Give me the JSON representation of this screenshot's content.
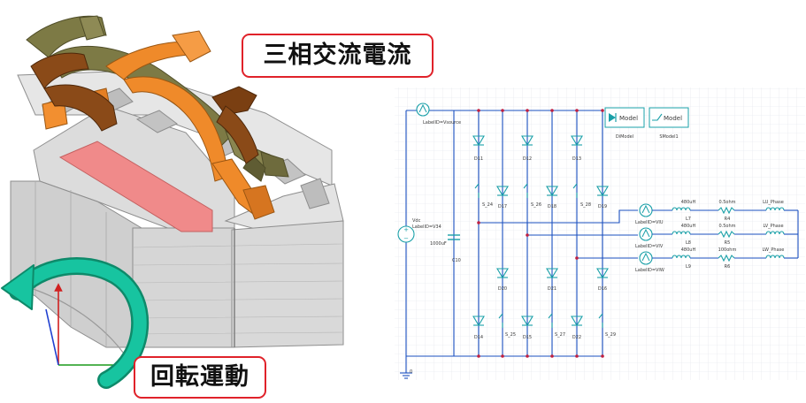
{
  "labels": {
    "three_phase_current": "三相交流電流",
    "rotational_motion": "回転運動"
  },
  "circuit": {
    "source_label": "LabelID=Vsource",
    "dc_source": {
      "name": "Vdc",
      "label": "LabelID=V34"
    },
    "capacitor": {
      "value": "1000uF",
      "name": "C10"
    },
    "ground": "0",
    "legend": [
      {
        "text": "Model",
        "caption": "DiModel"
      },
      {
        "text": "Model",
        "caption": "SModel1"
      }
    ],
    "upper_diodes": [
      "D11",
      "D12",
      "D13"
    ],
    "mid_switches": [
      "S_24",
      "S_26",
      "S_28"
    ],
    "mid_diodes": [
      "D17",
      "D18",
      "D19"
    ],
    "lower_diodes": [
      "D20",
      "D21",
      "D16"
    ],
    "bottom_diodes": [
      "D14",
      "D15",
      "D22"
    ],
    "bottom_switches": [
      "S_25",
      "S_27",
      "S_29"
    ],
    "phases": [
      {
        "meter": "LabelID=VIU",
        "ind_value": "480uH",
        "ind_name": "L7",
        "res_value": "0.5ohm",
        "res_name": "R4",
        "coil": "LU_Phase"
      },
      {
        "meter": "LabelID=VIV",
        "ind_value": "480uH",
        "ind_name": "L8",
        "res_value": "0.5ohm",
        "res_name": "R5",
        "coil": "LV_Phase"
      },
      {
        "meter": "LabelID=VIW",
        "ind_value": "480uH",
        "ind_name": "L9",
        "res_value": "100ohm",
        "res_name": "R6",
        "coil": "LW_Phase"
      }
    ]
  },
  "colors": {
    "accent_red": "#e0222a",
    "circuit_blue": "#1a4fbf",
    "arrow_teal": "#17c4a0",
    "coil_olive": "#7d7a45",
    "coil_orange": "#ef8a2a",
    "coil_brown": "#8a4a18",
    "magnet_pink": "#f08a8a",
    "core_gray": "#d3d3d3"
  }
}
